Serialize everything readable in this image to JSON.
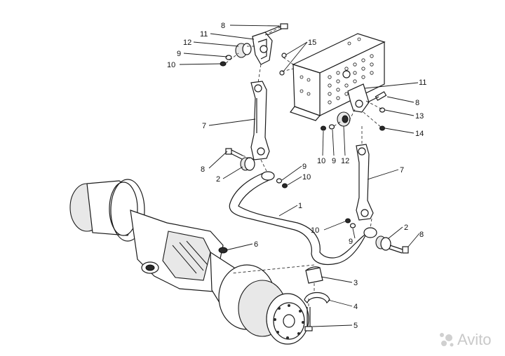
{
  "labels": [
    {
      "id": "1",
      "text": "1"
    },
    {
      "id": "2a",
      "text": "2"
    },
    {
      "id": "2b",
      "text": "2"
    },
    {
      "id": "3",
      "text": "3"
    },
    {
      "id": "4",
      "text": "4"
    },
    {
      "id": "5",
      "text": "5"
    },
    {
      "id": "6",
      "text": "6"
    },
    {
      "id": "7a",
      "text": "7"
    },
    {
      "id": "7b",
      "text": "7"
    },
    {
      "id": "8a",
      "text": "8"
    },
    {
      "id": "8b",
      "text": "8"
    },
    {
      "id": "8c",
      "text": "8"
    },
    {
      "id": "8d",
      "text": "8"
    },
    {
      "id": "9a",
      "text": "9"
    },
    {
      "id": "9b",
      "text": "9"
    },
    {
      "id": "9c",
      "text": "9"
    },
    {
      "id": "9d",
      "text": "9"
    },
    {
      "id": "10a",
      "text": "10"
    },
    {
      "id": "10b",
      "text": "10"
    },
    {
      "id": "10c",
      "text": "10"
    },
    {
      "id": "10d",
      "text": "10"
    },
    {
      "id": "11a",
      "text": "11"
    },
    {
      "id": "11b",
      "text": "11"
    },
    {
      "id": "12a",
      "text": "12"
    },
    {
      "id": "12b",
      "text": "12"
    },
    {
      "id": "13",
      "text": "13"
    },
    {
      "id": "14",
      "text": "14"
    },
    {
      "id": "15",
      "text": "15"
    }
  ],
  "watermark": "Avito"
}
